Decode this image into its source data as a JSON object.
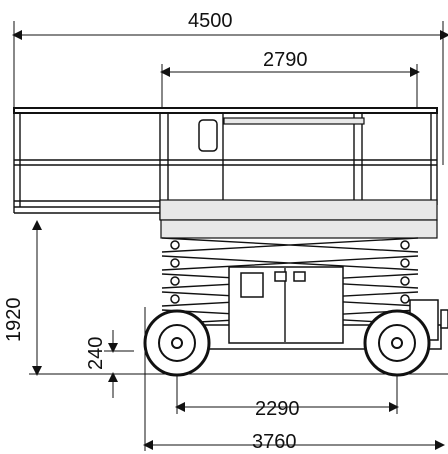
{
  "dimensions": {
    "overall_length": "4500",
    "platform_deck": "2790",
    "platform_height": "1920",
    "ground_clearance": "240",
    "wheelbase": "2290",
    "machine_length": "3760"
  },
  "colors": {
    "line": "#111111",
    "background": "#ffffff"
  }
}
